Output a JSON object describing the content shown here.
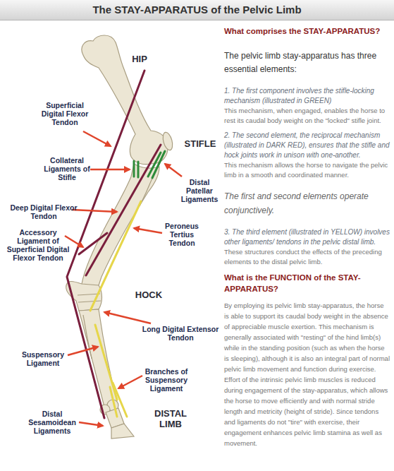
{
  "diagram": {
    "title": "The STAY-APPARATUS of the Pelvic Limb",
    "labels": [
      "HIP",
      "Superficial Digital Flexor Tendon",
      "STIFLE",
      "Collateral Ligaments of Stifle",
      "Distal Patellar Ligaments",
      "Deep Digital Flexor Tendon",
      "Peroneus Tertius Tendon",
      "Accessory Ligament of Superficial Digital Flexor Tendon",
      "HOCK",
      "Long Digital Extensor Tendon",
      "Suspensory Ligament",
      "Branches of Suspensory Ligament",
      "DISTAL LIMB",
      "Distal Sesamoidean Ligaments",
      "What comprises the STAY-APPARATUS?",
      "The pelvic limb stay-apparatus has three essential elements:",
      "1. The first component involves the stifle-locking mechanism (illustrated in GREEN)",
      "This mechanism, when engaged, enables the horse to rest its caudal body weight on the \"locked\" stifle joint.",
      "2. The second element, the reciprocal mechanism (illustrated in DARK RED), ensures that the stifle and hock joints work in unison with one-another.",
      "This mechanism allows the horse to navigate the pelvic limb in a smooth and coordinated manner.",
      "The first and second elements operate conjunctively.",
      "3. The third element (illustrated in YELLOW) involves other ligaments/ tendons in the pelvic distal limb.",
      "These structures conduct the effects of the preceding elements to the distal pelvic limb.",
      "What is the FUNCTION of the STAY-APPARATUS?",
      "By employing its pelvic limb stay-apparatus, the horse is able to support its caudal body weight in the absence of appreciable muscle exertion. This mechanism is generally associated with \"resting\" of the hind limb(s) while in the standing position (such as when the horse is sleeping), although it is also an integral part of normal pelvic limb movement and function during exercise. Effort of the intrinsic pelvic limb muscles is reduced during engagement of the stay-apparatus, which allows the horse to move efficiently and with normal stride length and metricity (height of stride). Since tendons and ligaments do not \"tire\" with exercise, their engagement enhances pelvic limb stamina as well as movement."
    ]
  }
}
